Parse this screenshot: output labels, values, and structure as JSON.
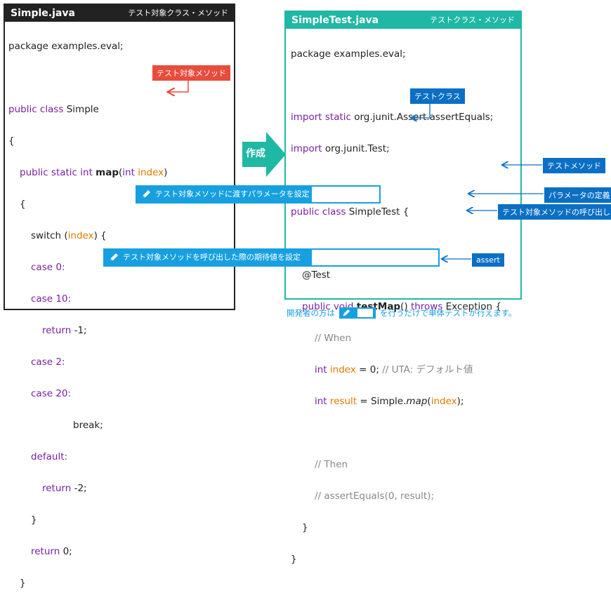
{
  "left_panel": {
    "filename": "Simple.java",
    "subtitle": "テスト対象クラス・メソッド",
    "lines": {
      "l1": "package examples.eval;",
      "l2_kw": "public class",
      "l2_name": " Simple",
      "l3": "{",
      "l4_kw": "public static int",
      "l4_name": "map",
      "l4_open": "(",
      "l4_type": "int",
      "l4_param": "index",
      "l4_close": ")",
      "l5": "{",
      "l6_a": "switch (",
      "l6_var": "index",
      "l6_b": ") {",
      "l7": "case 0:",
      "l8": "case 10:",
      "l9_kw": "return",
      "l9_val": " -1;",
      "l10": "case 2:",
      "l11": "case 20:",
      "l12": "break;",
      "l13": "default:",
      "l14_kw": "return",
      "l14_val": " -2;",
      "l15": "}",
      "l16_kw": "return",
      "l16_val": " 0;",
      "l17": "}"
    },
    "tag_method": "テスト対象メソッド"
  },
  "arrow_label": "作成",
  "right_panel": {
    "filename": "SimpleTest.java",
    "subtitle": "テストクラス・メソッド",
    "lines": {
      "l1": "package examples.eval;",
      "l2_kw": "import static",
      "l2_rest": " org.junit.Assert.assertEquals;",
      "l3_kw": "import",
      "l3_rest": " org.junit.Test;",
      "l4_kw": "public class",
      "l4_rest": " SimpleTest {",
      "l5": "@Test",
      "l6_kw": "public void",
      "l6_name": "testMap",
      "l6_mid": "()",
      "l6_throws": "throws",
      "l6_end": " Exception {",
      "l7": "// When",
      "l8_type": "int",
      "l8_var": "index",
      "l8_rest": " = 0;",
      "l8_cm": "// UTA: デフォルト値",
      "l9_type": "int",
      "l9_var": "result",
      "l9_a": " = Simple.",
      "l9_m": "map",
      "l9_b": "(",
      "l9_arg": "index",
      "l9_c": ");",
      "l10": "// Then",
      "l11": "// assertEquals(0, result);",
      "l12": "}",
      "l13": "}"
    }
  },
  "labels": {
    "test_class": "テストクラス",
    "test_method": "テストメソッド",
    "param_def": "パラメータの定義",
    "call": "テスト対象メソッドの呼び出し",
    "assert": "assert",
    "bar_params": "テスト対象メソッドに渡すパラメータを設定",
    "bar_expected": "テスト対象メソッドを呼び出した際の期待値を設定"
  },
  "footer": {
    "before": "開発者の方は",
    "after": "を行うだけで単体テストが行えます。"
  },
  "colors": {
    "keyword": "#7a1fa2",
    "variable": "#e07a00",
    "teal": "#1fb8a4",
    "blue_tag": "#0b6fc4",
    "light_blue": "#17a0e0",
    "red_tag": "#e84c3d"
  }
}
